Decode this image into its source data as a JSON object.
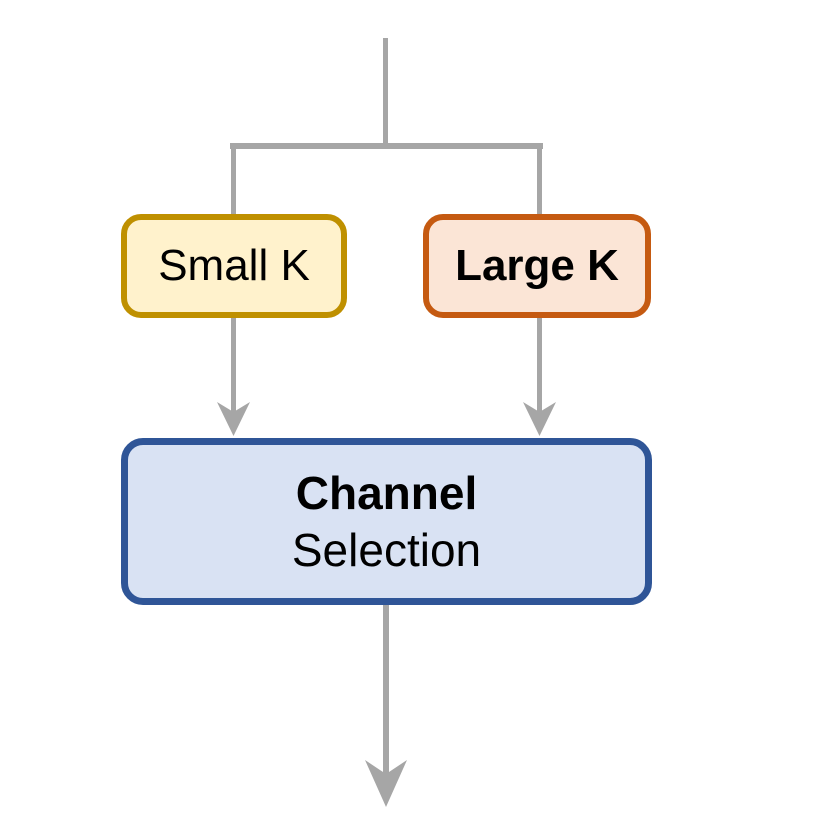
{
  "figure": {
    "background_color": "#FFFFFF",
    "connector_color": "#A6A6A6",
    "text_color": "#000000",
    "nodes": {
      "small_k": {
        "label": "Small K",
        "fill": "#FFF2CC",
        "border": "#BF9000"
      },
      "large_k": {
        "label": "Large K",
        "fill": "#FBE5D6",
        "border": "#C55A11"
      },
      "channel_selection": {
        "label_line1": "Channel",
        "label_line2": "Selection",
        "fill": "#D9E2F3",
        "border": "#2F5597"
      }
    }
  }
}
